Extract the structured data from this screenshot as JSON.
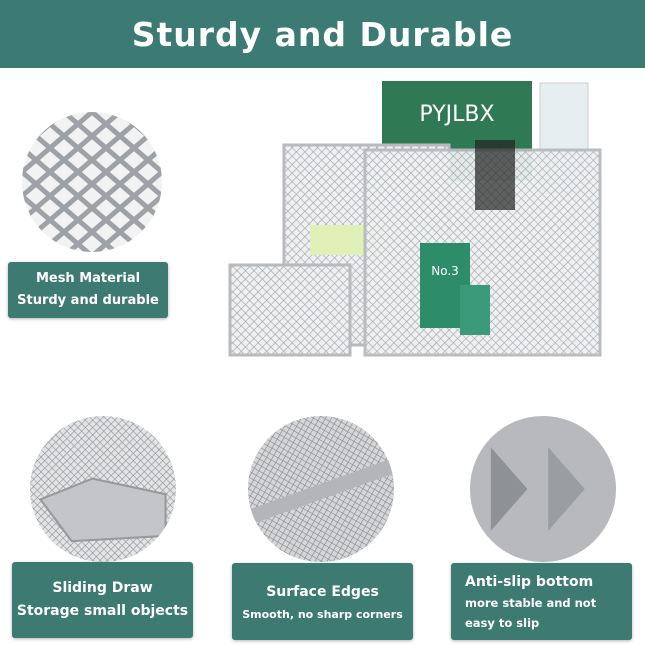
{
  "header": {
    "title": "Sturdy and Durable"
  },
  "product": {
    "book_text": "PYJLBX",
    "box_text": "No.3"
  },
  "callouts": [
    {
      "title": "Mesh Material",
      "subtitle": "Sturdy and durable"
    },
    {
      "title": "Sliding Draw",
      "subtitle": "Storage small objects"
    },
    {
      "title": "Surface Edges",
      "subtitle": "Smooth, no sharp corners"
    },
    {
      "title": "Anti-slip bottom",
      "subtitle": "more stable and not",
      "subtitle2": "easy to slip"
    }
  ],
  "colors": {
    "accent": "#3b7b73",
    "mesh": "#a9abae"
  }
}
